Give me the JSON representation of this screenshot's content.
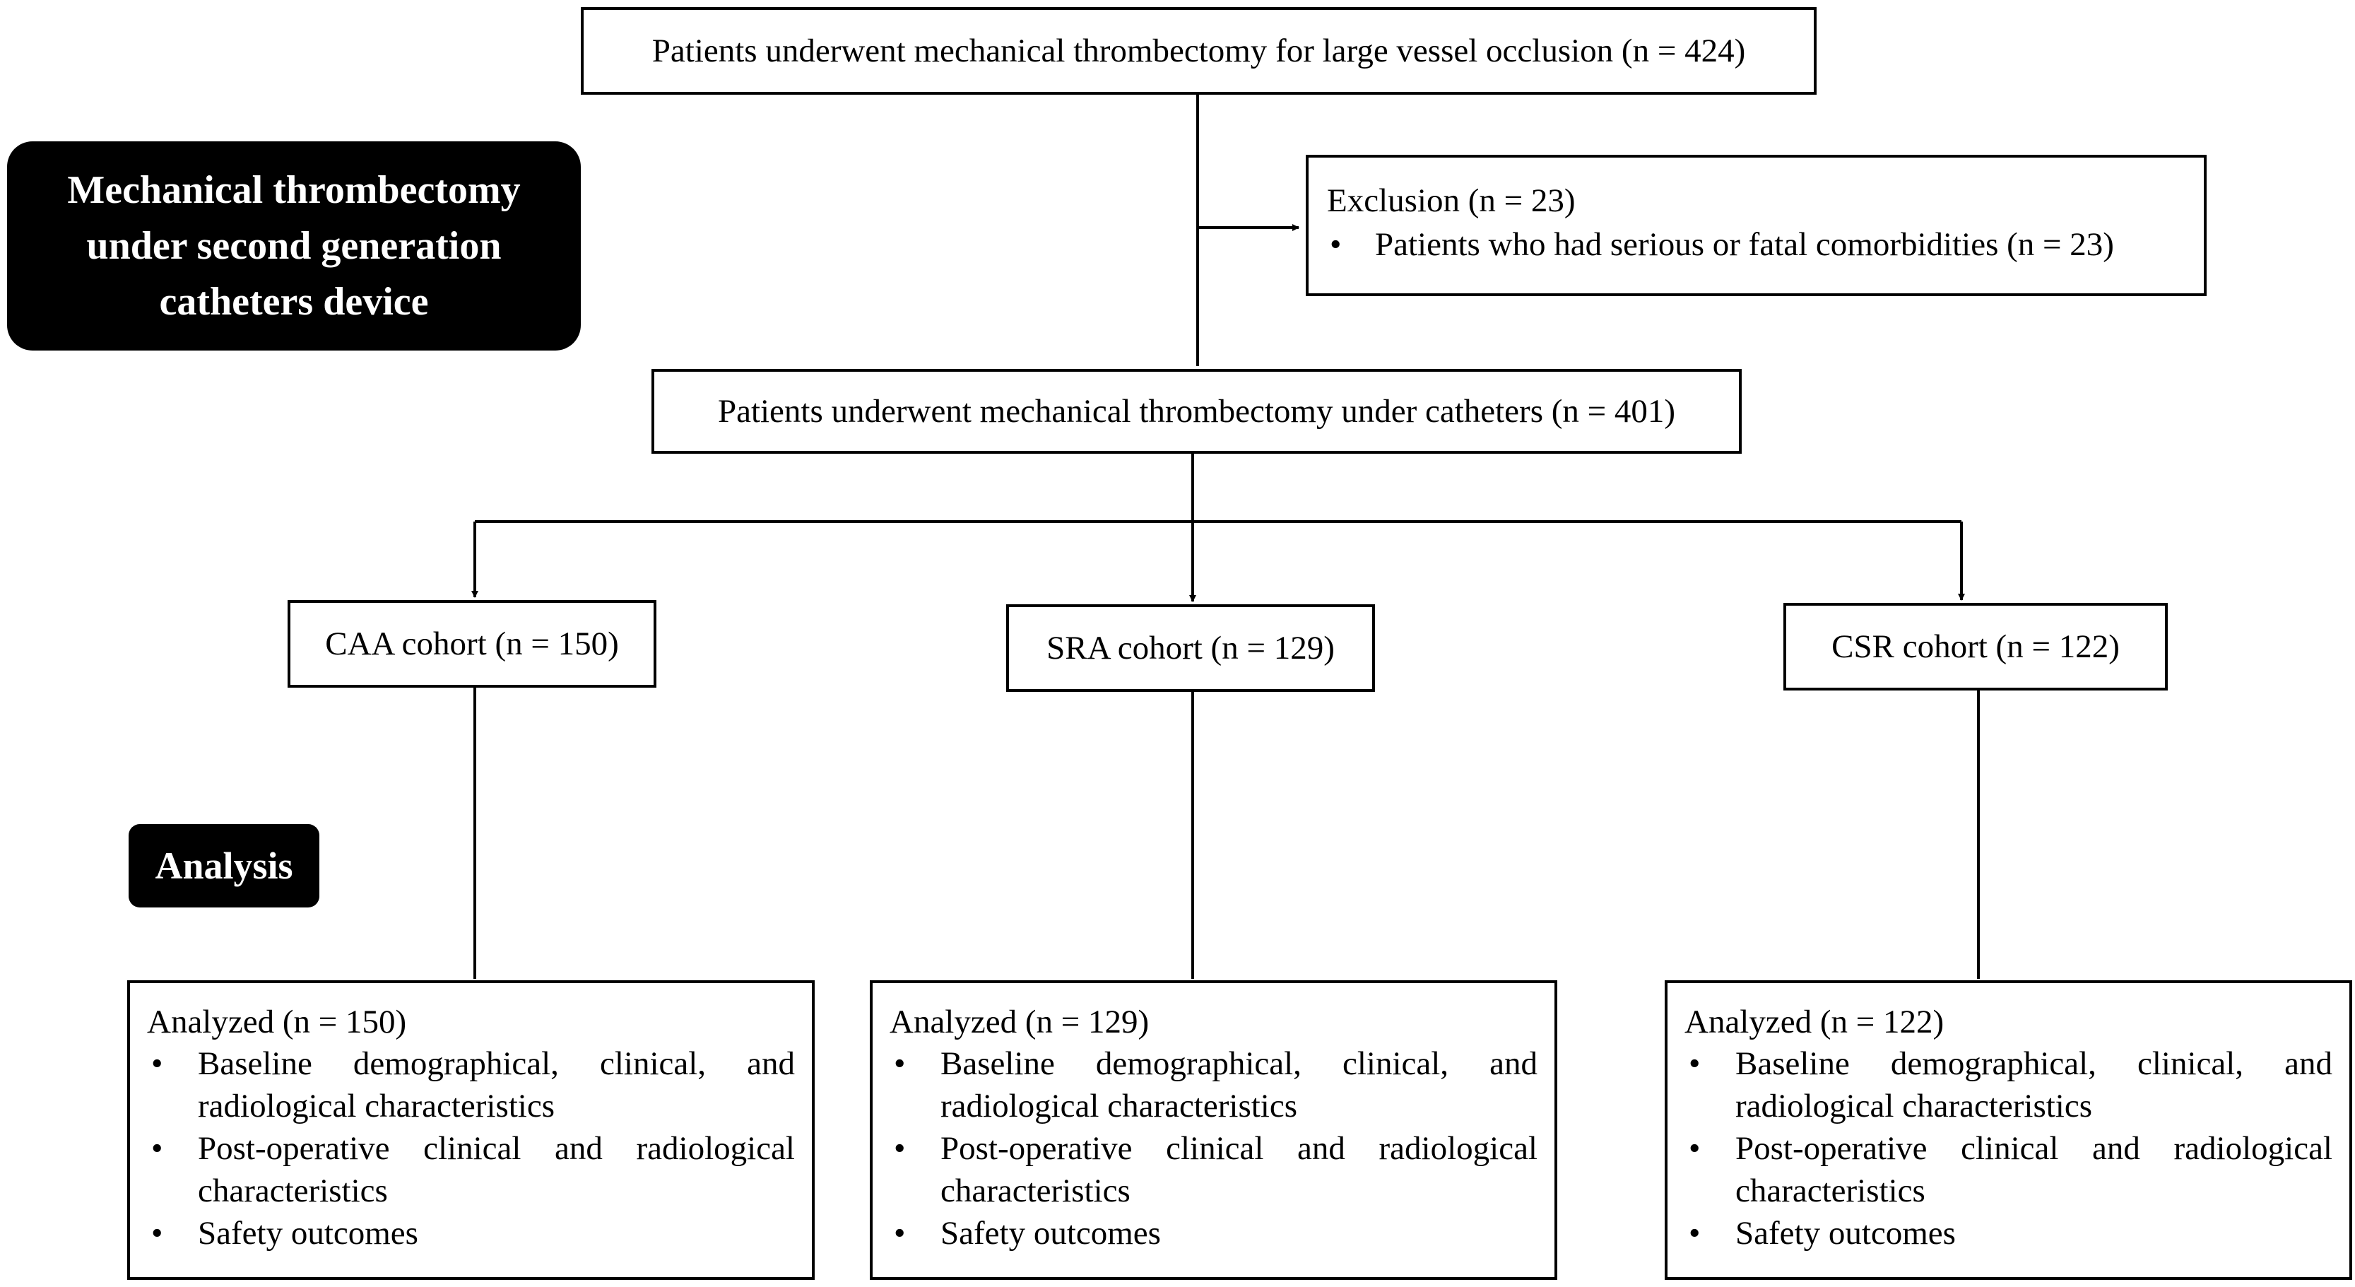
{
  "labels": {
    "device": "Mechanical thrombectomy under second generation catheters device",
    "analysis": "Analysis"
  },
  "top_box": "Patients underwent mechanical thrombectomy for large vessel occlusion (n = 424)",
  "exclusion": {
    "title": "Exclusion (n = 23)",
    "items": [
      "Patients who had serious or fatal comorbidities (n = 23)"
    ]
  },
  "middle_box": "Patients underwent mechanical thrombectomy under catheters (n = 401)",
  "cohorts": [
    {
      "label": "CAA cohort (n = 150)"
    },
    {
      "label": "SRA cohort (n = 129)"
    },
    {
      "label": "CSR cohort (n = 122)"
    }
  ],
  "analyzed": [
    {
      "title": "Analyzed (n = 150)",
      "items": [
        "Baseline demographical, clinical, and radiological characteristics",
        "Post-operative clinical and radiological characteristics",
        "Safety outcomes"
      ]
    },
    {
      "title": "Analyzed (n = 129)",
      "items": [
        "Baseline demographical, clinical, and radiological characteristics",
        "Post-operative clinical and radiological characteristics",
        "Safety outcomes"
      ]
    },
    {
      "title": "Analyzed (n = 122)",
      "items": [
        "Baseline demographical, clinical, and radiological characteristics",
        "Post-operative clinical and radiological characteristics",
        "Safety outcomes"
      ]
    }
  ],
  "bullet_glyph": "•"
}
